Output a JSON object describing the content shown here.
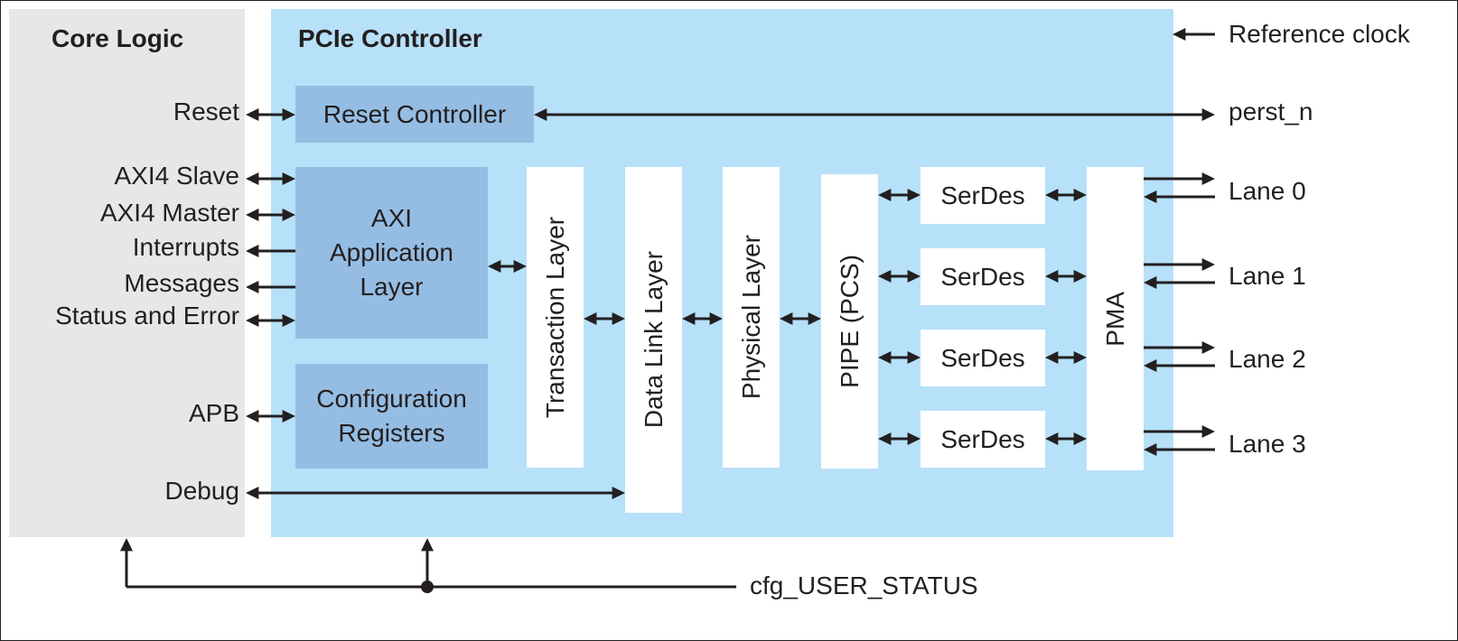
{
  "core_logic": {
    "title": "Core Logic",
    "signals": [
      "Reset",
      "AXI4 Slave",
      "AXI4 Master",
      "Interrupts",
      "Messages",
      "Status and Error",
      "APB",
      "Debug"
    ]
  },
  "pcie_controller": {
    "title": "PCIe Controller",
    "reset_controller": "Reset Controller",
    "axi_app_layer": [
      "AXI",
      "Application",
      "Layer"
    ],
    "config_registers": [
      "Configuration",
      "Registers"
    ],
    "transaction_layer": "Transaction Layer",
    "data_link_layer": "Data Link Layer",
    "physical_layer": "Physical Layer",
    "pipe": "PIPE (PCS)",
    "serdes": [
      "SerDes",
      "SerDes",
      "SerDes",
      "SerDes"
    ],
    "pma": "PMA"
  },
  "external": {
    "reference_clock": "Reference clock",
    "perst_n": "perst_n",
    "lanes": [
      "Lane 0",
      "Lane 1",
      "Lane 2",
      "Lane 3"
    ],
    "cfg_user_status": "cfg_USER_STATUS"
  },
  "colors": {
    "core_bg": "#e6e7e8",
    "controller_bg": "#b7e1f9",
    "dark_block": "#95bde3",
    "line": "#231f20"
  }
}
